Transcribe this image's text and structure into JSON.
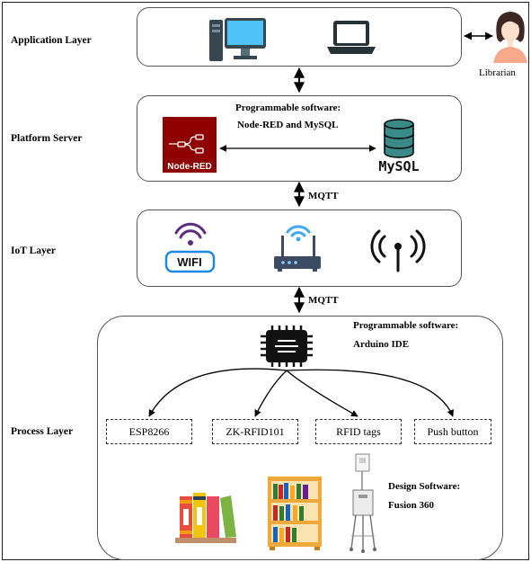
{
  "layers": {
    "application": "Application Layer",
    "platform": "Platform Server",
    "iot": "IoT Layer",
    "process": "Process Layer"
  },
  "actor": {
    "label": "Librarian"
  },
  "platform_box": {
    "software_title": "Programmable software:",
    "software_list": "Node-RED  and MySQL",
    "nodered_logo_text": "Node-RED",
    "mysql_logo_text": "MySQL"
  },
  "protocols": {
    "upper": "MQTT",
    "lower": "MQTT"
  },
  "iot_box": {
    "wifi_logo_text": "WIFI"
  },
  "process_box": {
    "software_title": "Programmable software:",
    "software_name": "Arduino IDE",
    "components": [
      "ESP8266",
      "ZK-RFID101",
      "RFID tags",
      "Push button"
    ],
    "design_title": "Design Software:",
    "design_name": "Fusion 360"
  },
  "colors": {
    "nodered_red": "#8f0000",
    "mysql_teal": "#3a8a8a",
    "wifi_purple": "#5c2d82",
    "router_blue": "#3fa9f5",
    "router_body": "#3d4a63",
    "chip_black": "#111111"
  }
}
